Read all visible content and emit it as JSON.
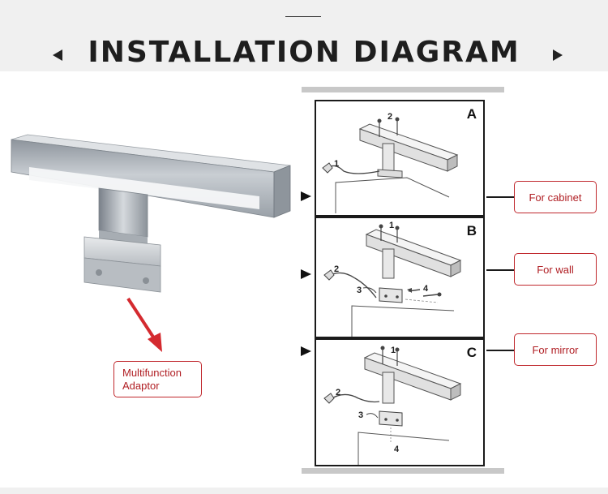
{
  "header": {
    "title": "INSTALLATION DIAGRAM",
    "prev_icon": "triangle-left-icon",
    "next_icon": "triangle-right-icon"
  },
  "callout": {
    "adaptor_line1": "Multifunction",
    "adaptor_line2": "Adaptor"
  },
  "panels": [
    {
      "letter": "A",
      "labels": [
        "1",
        "2"
      ],
      "option": "For cabinet"
    },
    {
      "letter": "B",
      "labels": [
        "1",
        "2",
        "3",
        "4"
      ],
      "option": "For wall"
    },
    {
      "letter": "C",
      "labels": [
        "1",
        "2",
        "3",
        "4"
      ],
      "option": "For mirror"
    }
  ],
  "colors": {
    "accent": "#c0282d",
    "header_bg": "#f0f0f0",
    "panel_border": "#1a1a1a"
  }
}
